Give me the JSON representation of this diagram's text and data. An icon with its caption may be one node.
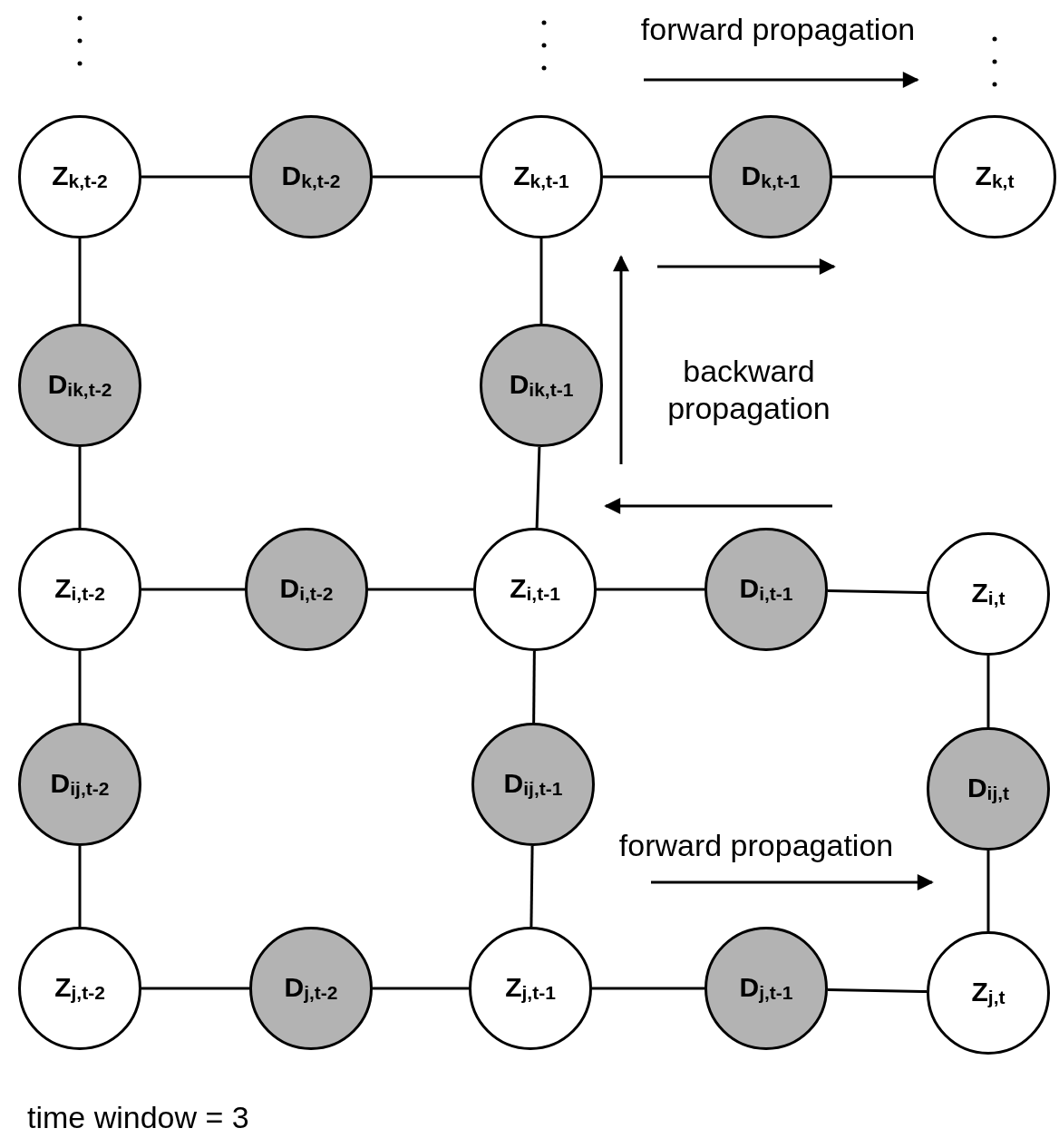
{
  "diagram": {
    "nodes": [
      {
        "text": [
          "Z$_{k,t-2}$"
        ]
      },
      {
        "text": [
          "D$_{k,t-2}$"
        ]
      },
      {
        "text": [
          "Z$_{k,t-1}$"
        ]
      },
      {
        "text": [
          "D$_{k,t-1}$"
        ]
      },
      {
        "text": [
          "Z$_{k,t}$"
        ]
      },
      {
        "text": [
          "D$_{ik,t-2}$"
        ]
      },
      {
        "text": [
          "D$_{ik,t-1}$"
        ]
      },
      {
        "text": [
          "Z$_{i,t-2}$"
        ]
      },
      {
        "text": [
          "D$_{i,t-2}$"
        ]
      },
      {
        "text": [
          "Z$_{i,t-1}$"
        ]
      },
      {
        "text": [
          "D$_{i,t-1}$"
        ]
      },
      {
        "text": [
          "Z$_{i,t}$"
        ]
      },
      {
        "text": [
          "D$_{ij,t-2}$"
        ]
      },
      {
        "text": [
          "D$_{ij,t-1}$"
        ]
      },
      {
        "text": [
          "D$_{ij,t}$"
        ]
      },
      {
        "text": [
          "Z$_{j,t-2}$"
        ]
      },
      {
        "text": [
          "D$_{j,t-2}$"
        ]
      },
      {
        "text": [
          "Z$_{j,t-1}$"
        ]
      },
      {
        "text": [
          "D$_{j,t-1}$"
        ]
      },
      {
        "text": [
          "Z$_{j,t}$"
        ]
      }
    ],
    "edges": [
      {
        "from": 0,
        "to": 1,
        "arrow": "none"
      },
      {
        "from": 1,
        "to": 2,
        "arrow": "none"
      },
      {
        "from": 2,
        "to": 3,
        "arrow": "none"
      },
      {
        "from": 3,
        "to": 4,
        "arrow": "none"
      },
      {
        "from": 0,
        "to": 5,
        "arrow": "none"
      },
      {
        "from": 5,
        "to": 7,
        "arrow": "none"
      },
      {
        "from": 2,
        "to": 6,
        "arrow": "none"
      },
      {
        "from": 6,
        "to": 9,
        "arrow": "none"
      },
      {
        "from": 7,
        "to": 8,
        "arrow": "none"
      },
      {
        "from": 8,
        "to": 9,
        "arrow": "none"
      },
      {
        "from": 9,
        "to": 10,
        "arrow": "none"
      },
      {
        "from": 10,
        "to": 11,
        "arrow": "none"
      },
      {
        "from": 7,
        "to": 12,
        "arrow": "none"
      },
      {
        "from": 12,
        "to": 15,
        "arrow": "none"
      },
      {
        "from": 9,
        "to": 13,
        "arrow": "none"
      },
      {
        "from": 13,
        "to": 17,
        "arrow": "none"
      },
      {
        "from": 11,
        "to": 14,
        "arrow": "none"
      },
      {
        "from": 14,
        "to": 19,
        "arrow": "none"
      },
      {
        "from": 15,
        "to": 16,
        "arrow": "none"
      },
      {
        "from": 16,
        "to": 17,
        "arrow": "none"
      },
      {
        "from": 17,
        "to": 18,
        "arrow": "none"
      },
      {
        "from": 18,
        "to": 19,
        "arrow": "none"
      }
    ],
    "labels": [
      "forward propagation",
      "backward propagation",
      "forward propagation",
      "time window = 3"
    ]
  }
}
